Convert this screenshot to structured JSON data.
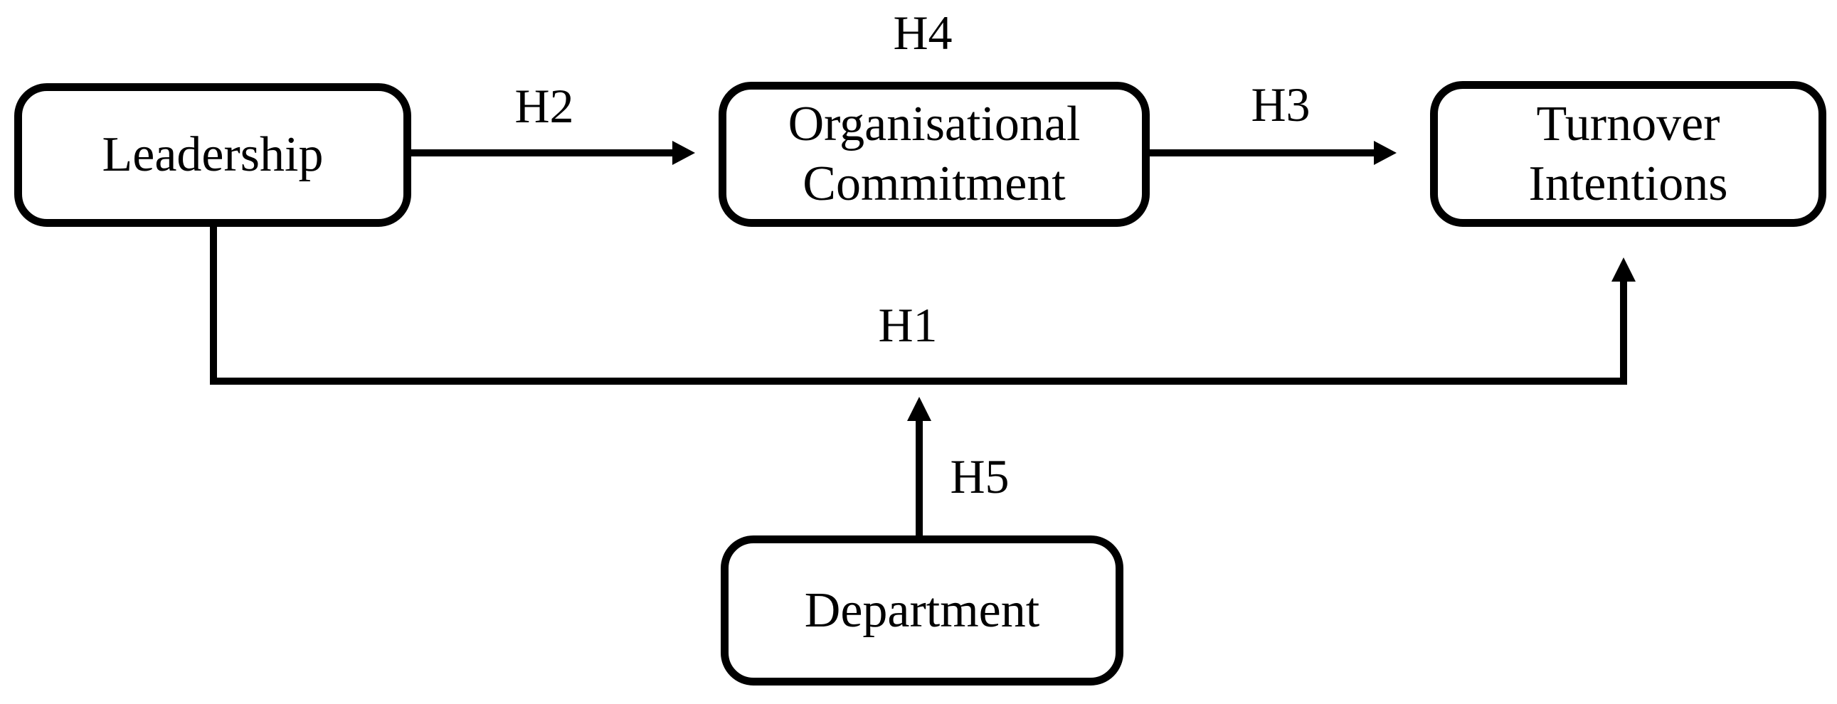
{
  "diagram": {
    "type": "hypothesis-path-model",
    "colors": {
      "ink": "#000000",
      "background": "#ffffff",
      "node_fill": "#ffffff"
    },
    "nodes": [
      {
        "id": "leadership",
        "label": "Leadership"
      },
      {
        "id": "organisational-commitment",
        "label": "Organisational Commitment",
        "label_lines": [
          "Organisational",
          "Commitment"
        ]
      },
      {
        "id": "turnover-intentions",
        "label": "Turnover Intentions",
        "label_lines": [
          "Turnover",
          "Intentions"
        ]
      },
      {
        "id": "department",
        "label": "Department"
      }
    ],
    "edges": [
      {
        "id": "h1",
        "label": "H1",
        "from": "leadership",
        "to": "turnover-intentions",
        "shape": "elbow"
      },
      {
        "id": "h2",
        "label": "H2",
        "from": "leadership",
        "to": "organisational-commitment",
        "shape": "straight"
      },
      {
        "id": "h3",
        "label": "H3",
        "from": "organisational-commitment",
        "to": "turnover-intentions",
        "shape": "straight"
      },
      {
        "id": "h4",
        "label": "H4",
        "from": "organisational-commitment",
        "to": "organisational-commitment",
        "shape": "label-above"
      },
      {
        "id": "h5",
        "label": "H5",
        "from": "department",
        "to": "h1-path",
        "shape": "straight-up"
      }
    ]
  }
}
